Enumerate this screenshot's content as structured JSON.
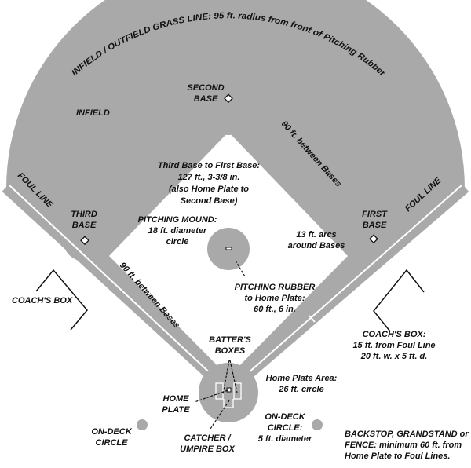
{
  "colors": {
    "dirt": "#a9a9a9",
    "grass": "#ffffff",
    "line": "#111111"
  },
  "labels": {
    "grass_line": "INFIELD / OUTFIELD GRASS LINE:  95 ft. radius from front of Pitching Rubber",
    "infield": "INFIELD",
    "second_base": [
      "SECOND",
      "BASE"
    ],
    "third_base": [
      "THIRD",
      "BASE"
    ],
    "first_base": [
      "FIRST",
      "BASE"
    ],
    "foul_line_left": "FOUL LINE",
    "foul_line_right": "FOUL LINE",
    "between_bases_right": "90 ft. between Bases",
    "between_bases_left": "90 ft. between Bases",
    "diagonal": [
      "Third Base to First Base:",
      "127 ft., 3-3/8 in.",
      "(also Home Plate to",
      "Second Base)"
    ],
    "mound": [
      "PITCHING MOUND:",
      "18 ft. diameter",
      "circle"
    ],
    "arcs": [
      "13 ft. arcs",
      "around Bases"
    ],
    "rubber": [
      "PITCHING RUBBER",
      "to Home Plate:",
      "60 ft., 6 in."
    ],
    "coach_box_left": "COACH'S BOX",
    "coach_box_right": [
      "COACH'S BOX:",
      "15 ft. from Foul Line",
      "20 ft. w. x 5 ft. d."
    ],
    "batters_boxes": [
      "BATTER'S",
      "BOXES"
    ],
    "home_area": [
      "Home Plate Area:",
      "26 ft. circle"
    ],
    "home_plate": [
      "HOME",
      "PLATE"
    ],
    "on_deck_left": [
      "ON-DECK",
      "CIRCLE"
    ],
    "catcher_box": [
      "CATCHER /",
      "UMPIRE BOX"
    ],
    "on_deck_right": [
      "ON-DECK",
      "CIRCLE:",
      "5 ft. diameter"
    ],
    "backstop": [
      "BACKSTOP, GRANDSTAND or",
      "FENCE: minimum 60 ft. from",
      "Home Plate to Foul Lines."
    ]
  }
}
